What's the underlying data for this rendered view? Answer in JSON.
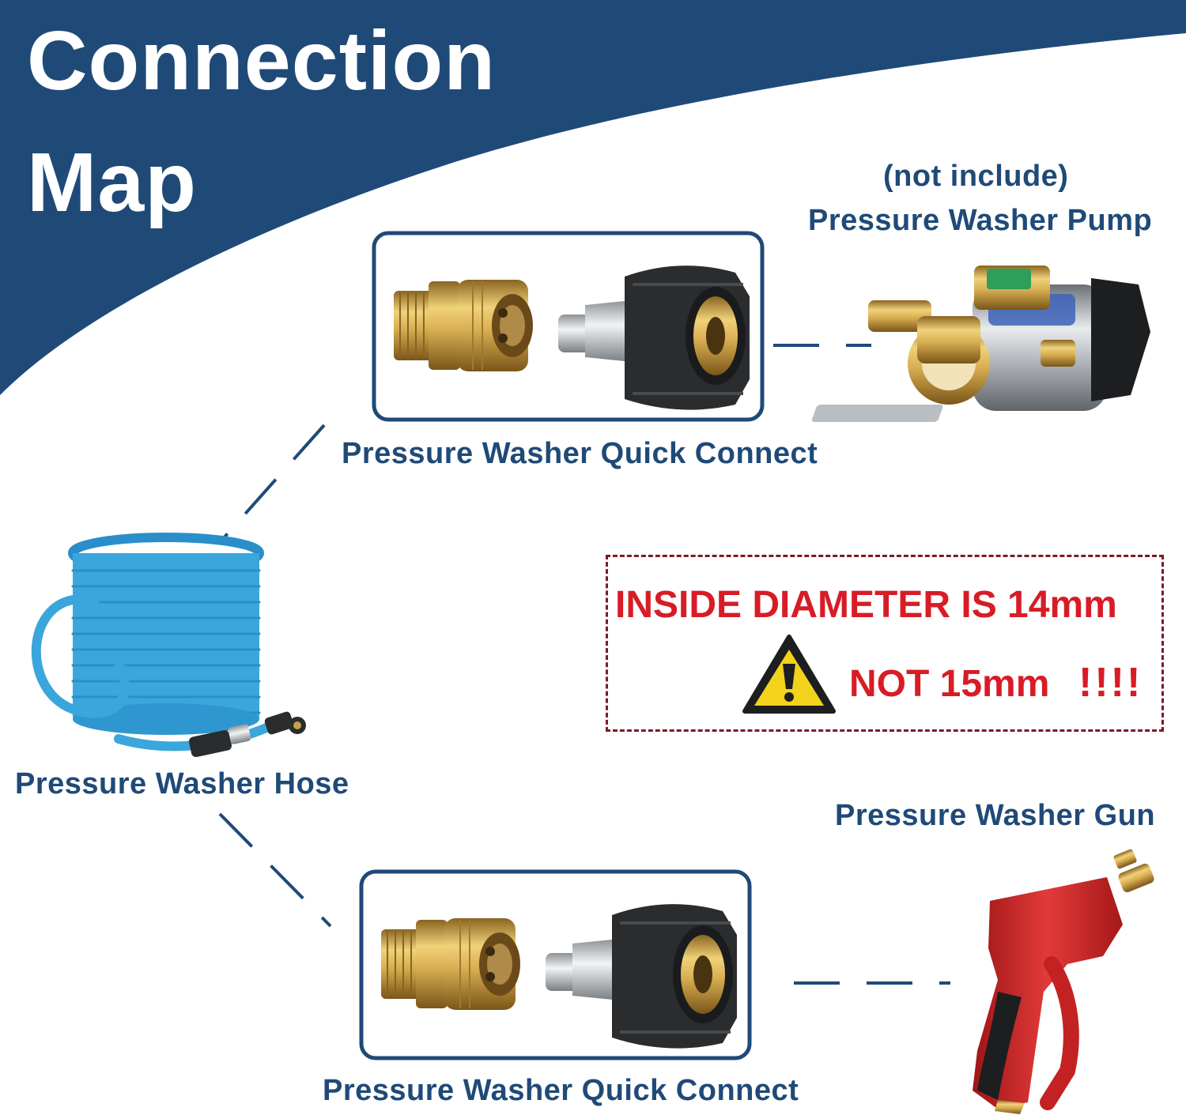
{
  "title": {
    "line1": "Connection",
    "line2": "Map"
  },
  "labels": {
    "pump_note": "(not include)",
    "pump": "Pressure Washer Pump",
    "quick_connect_top": "Pressure Washer Quick Connect",
    "hose": "Pressure Washer Hose",
    "gun": "Pressure Washer Gun",
    "quick_connect_bottom": "Pressure Washer Quick Connect"
  },
  "warning": {
    "line1": "INSIDE DIAMETER IS 14mm",
    "line2": "NOT 15mm",
    "exclaim": "!!!!"
  },
  "colors": {
    "header_navy": "#1f4a78",
    "label_navy": "#1f4a78",
    "warning_red": "#d71c26",
    "box_border": "#7b1a28",
    "brass": "#c9a24a",
    "hose_blue": "#3aa6dc",
    "gun_red": "#d42a2a",
    "warning_yellow": "#f2d21a"
  },
  "icons": [
    "warning-triangle-icon"
  ]
}
